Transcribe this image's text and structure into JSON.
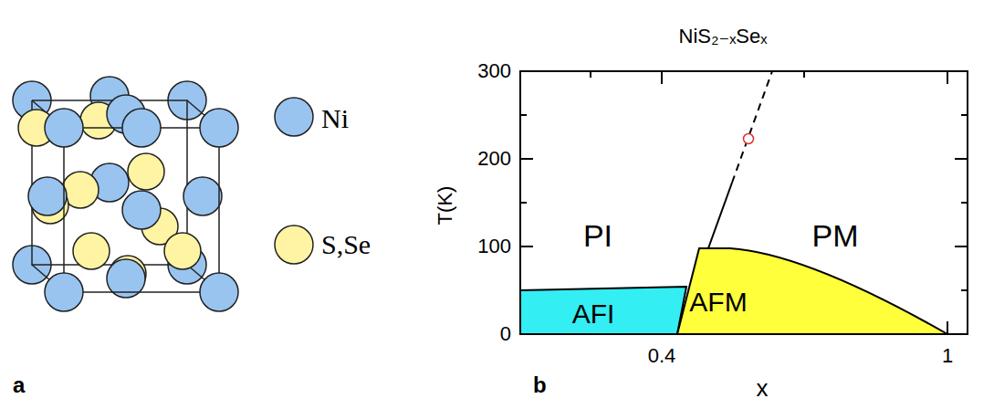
{
  "diagram": {
    "title": "NiS₂₋ₓSeₓ",
    "nodes": [
      {
        "text": [
          "AFI"
        ]
      },
      {
        "text": [
          "AFM"
        ]
      }
    ],
    "labels": [
      "a",
      "b",
      "300",
      "200",
      "100",
      "0",
      "0.4",
      "1",
      "T(K)",
      "x",
      "PI",
      "PM"
    ],
    "legend": [
      {
        "text": "Ni",
        "color": "#99c4f0"
      },
      {
        "text": "S,Se",
        "color": "#fff4a3"
      }
    ]
  }
}
